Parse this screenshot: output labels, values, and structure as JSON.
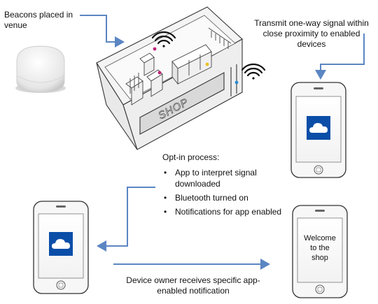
{
  "labels": {
    "beacons": "Beacons placed in venue",
    "transmit": "Transmit one-way signal within close proximity to enabled devices",
    "optin_title": "Opt-in process:",
    "optin_steps": [
      "App to interpret signal downloaded",
      "Bluetooth turned on",
      "Notifications for app enabled"
    ],
    "receives": "Device owner receives specific app-enabled notification",
    "shop_sign": "SHOP",
    "welcome": "Welcome to the shop"
  },
  "icons": {
    "beacon": "beacon-device",
    "wifi": "wifi-signal-icon",
    "app": "cloud-app-icon",
    "phone": "smartphone"
  },
  "colors": {
    "arrow": "#5b86c2",
    "app_tile": "#0a4ea8",
    "beacon_dot_magenta": "#c0237a",
    "beacon_dot_yellow": "#e8c020",
    "beacon_dot_blue": "#2a8ad0"
  }
}
